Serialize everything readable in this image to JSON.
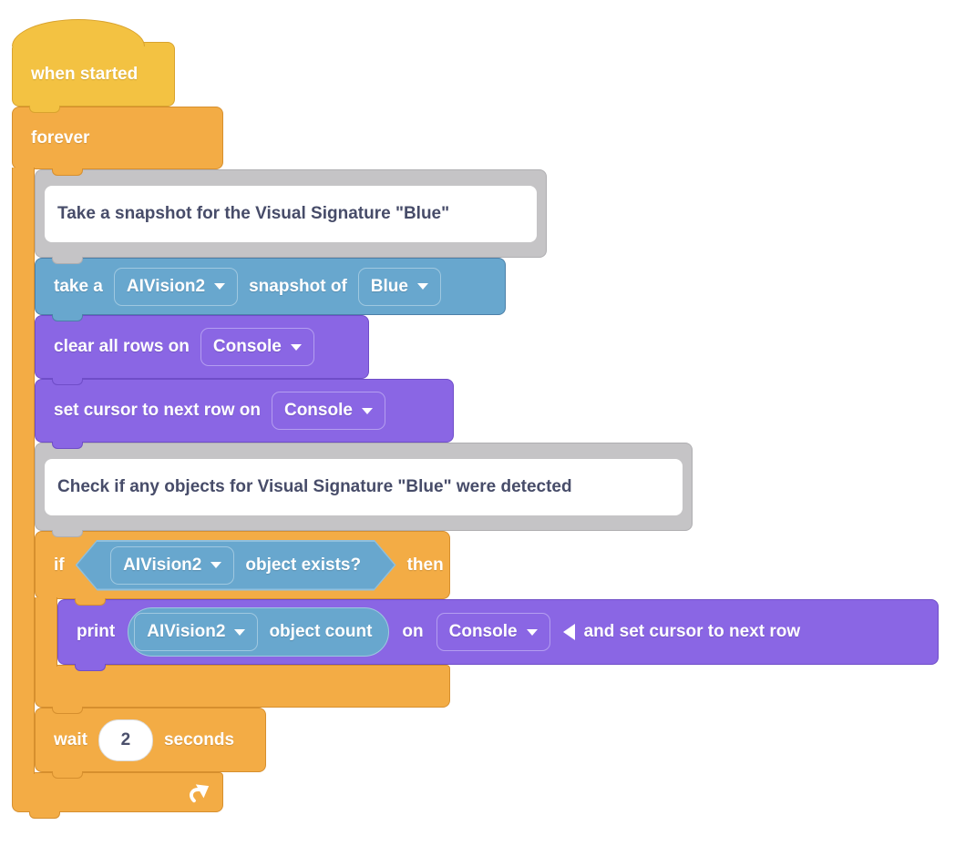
{
  "colors": {
    "hat_yellow": "#F3C242",
    "control_orange": "#F3AC45",
    "comment_gray": "#C5C4C6",
    "sensing_blue": "#68A7CE",
    "console_purple": "#8A66E4",
    "comment_text": "#474C69",
    "label_text": "#FFFFFF"
  },
  "icons": {
    "dropdown_caret": "▼",
    "collapse": "◀",
    "loop_arrow": "⟳"
  },
  "blocks": {
    "when_started": {
      "label": "when started"
    },
    "forever": {
      "label": "forever"
    },
    "comment_snapshot": {
      "text": "Take a snapshot for the Visual Signature \"Blue\""
    },
    "take_snapshot": {
      "text_take": "take a",
      "camera_dropdown": "AIVision2",
      "text_snapshot_of": "snapshot of",
      "signature_dropdown": "Blue"
    },
    "clear_rows": {
      "text": "clear all rows on",
      "target_dropdown": "Console"
    },
    "set_cursor": {
      "text": "set cursor to next row on",
      "target_dropdown": "Console"
    },
    "comment_check": {
      "text": "Check if any objects for Visual Signature \"Blue\" were detected"
    },
    "if_block": {
      "text_if": "if",
      "condition_dropdown": "AIVision2",
      "condition_text": "object exists?",
      "text_then": "then"
    },
    "print": {
      "text_print": "print",
      "reporter_dropdown": "AIVision2",
      "reporter_text": "object count",
      "text_on": "on",
      "target_dropdown": "Console",
      "text_suffix": "and set cursor to next row"
    },
    "wait": {
      "text_wait": "wait",
      "value": "2",
      "text_seconds": "seconds"
    }
  }
}
